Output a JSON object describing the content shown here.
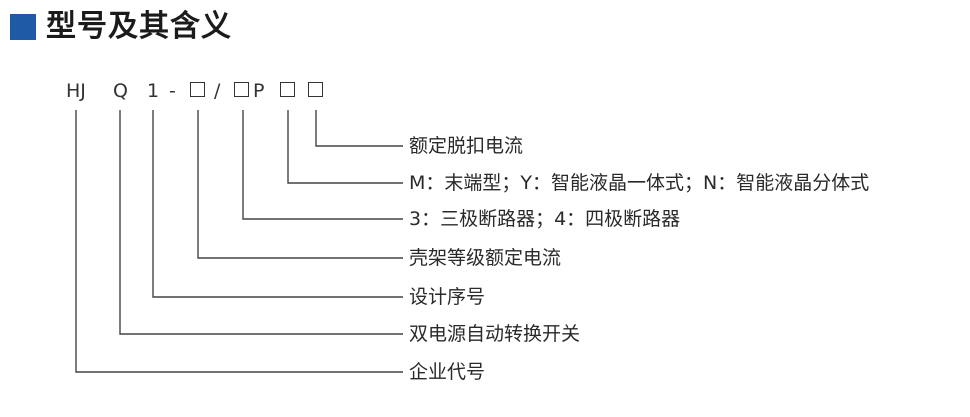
{
  "title": "型号及其含义",
  "model_code": {
    "part_hj": "HJ",
    "part_q": "Q",
    "part_1": "1",
    "dash": "-",
    "slash": "/",
    "part_p": "P"
  },
  "meanings": [
    "额定脱扣电流",
    "M：末端型；Y：智能液晶一体式；N：智能液晶分体式",
    "3：三极断路器；4：四极断路器",
    "壳架等级额定电流",
    "设计序号",
    "双电源自动转换开关",
    "企业代号"
  ],
  "colors": {
    "accent": "#1f5aa6",
    "line": "#444444",
    "text": "#2a2a2a"
  }
}
